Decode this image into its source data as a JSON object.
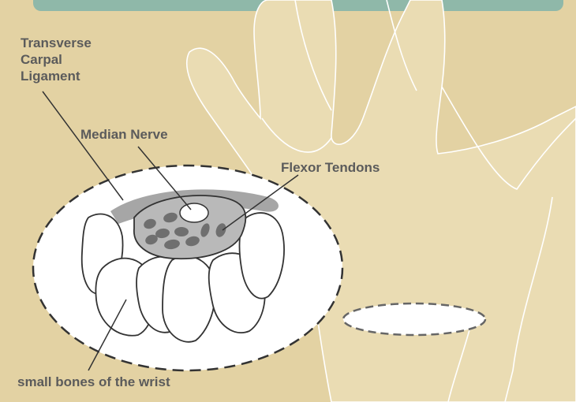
{
  "labels": {
    "ligament": [
      "Transverse",
      "Carpal",
      "Ligament"
    ],
    "median_nerve": "Median Nerve",
    "flexor_tendons": "Flexor Tendons",
    "small_bones": "small bones of the wrist"
  },
  "colors": {
    "background": "#e3d2a3",
    "hand_fill": "#eadcb3",
    "header_bar": "#8fb8a9",
    "outline": "#ffffff",
    "ligament_band": "#a6a6a6",
    "tendon": "#6f6f6f",
    "label_text": "#5b5b5b"
  }
}
